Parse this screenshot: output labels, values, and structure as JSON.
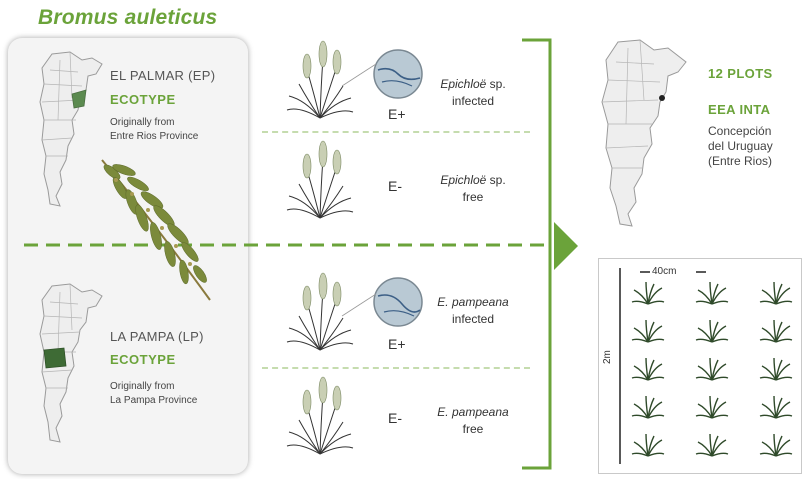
{
  "species": "Bromus auleticus",
  "ecotypes": [
    {
      "name": "EL PALMAR (EP)",
      "type": "ECOTYPE",
      "origin_line1": "Originally from",
      "origin_line2": "Entre Rios Province"
    },
    {
      "name": "LA PAMPA (LP)",
      "type": "ECOTYPE",
      "origin_line1": "Originally from",
      "origin_line2": "La Pampa Province"
    }
  ],
  "treatments": [
    {
      "symbol": "E+",
      "endophyte": "Epichloë",
      "suffix": " sp.",
      "status": "infected"
    },
    {
      "symbol": "E-",
      "endophyte": "Epichloë",
      "suffix": " sp.",
      "status": "free"
    },
    {
      "symbol": "E+",
      "endophyte": "E. pampeana",
      "suffix": "",
      "status": "infected"
    },
    {
      "symbol": "E-",
      "endophyte": "E. pampeana",
      "suffix": "",
      "status": "free"
    }
  ],
  "site": {
    "plots": "12 PLOTS",
    "station": "EEA INTA",
    "location_line1": "Concepción",
    "location_line2": "del Uruguay",
    "location_line3": "(Entre Rios)"
  },
  "plot_layout": {
    "spacing_label": "40cm",
    "length_label": "2m",
    "rows": 5,
    "cols": 3
  },
  "colors": {
    "accent_green": "#6ba33a",
    "dark_green": "#4a7a33",
    "map_gray": "#eeeeee"
  },
  "icons": [
    "argentina-map",
    "grass-plant",
    "endophyte-micrograph",
    "seed-panicle",
    "seedling"
  ]
}
